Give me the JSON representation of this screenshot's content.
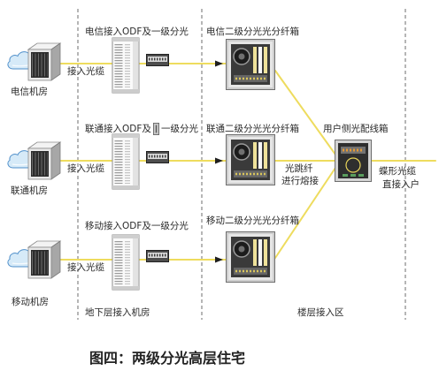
{
  "caption": "图四：两级分光高层住宅",
  "zones": {
    "basement": "地下层接入机房",
    "floors": "楼层接入区"
  },
  "operators": [
    {
      "machine_room": "电信机房",
      "access_cable": "接入光缆",
      "odf_label": [
        "电信接入ODF及",
        "一级分光"
      ],
      "secondary_box_label": "电信二级分光光分纤箱"
    },
    {
      "machine_room": "联通机房",
      "access_cable": "接入光缆",
      "odf_label": [
        "联通接入ODF及",
        "一级分光"
      ],
      "secondary_box_label": "联通二级分光光分纤箱"
    },
    {
      "machine_room": "移动机房",
      "access_cable": "接入光缆",
      "odf_label": [
        "移动接入ODF及",
        "一级分光"
      ],
      "secondary_box_label": "移动二级分光光分纤箱"
    }
  ],
  "jumper_note": [
    "光跳纤",
    "进行熔接"
  ],
  "user_box": {
    "label": "用户侧光配线箱"
  },
  "drop_cable_note": [
    "蝶形光缆",
    "直接入户"
  ],
  "icons": {
    "machine_room": [
      "cloud-icon",
      "server-icon"
    ],
    "odf_cabinet": "odf-cabinet-icon",
    "primary_splitter": "splitter-icon",
    "secondary_box": "fiber-distribution-box-icon",
    "user_box": "optical-distribution-box-icon"
  },
  "colors": {
    "fiber": "#eedc5e",
    "divider": "#6e6e6e",
    "arrow": "#1f1f1f",
    "text": "#2a2a2a",
    "caption": "#222222"
  }
}
